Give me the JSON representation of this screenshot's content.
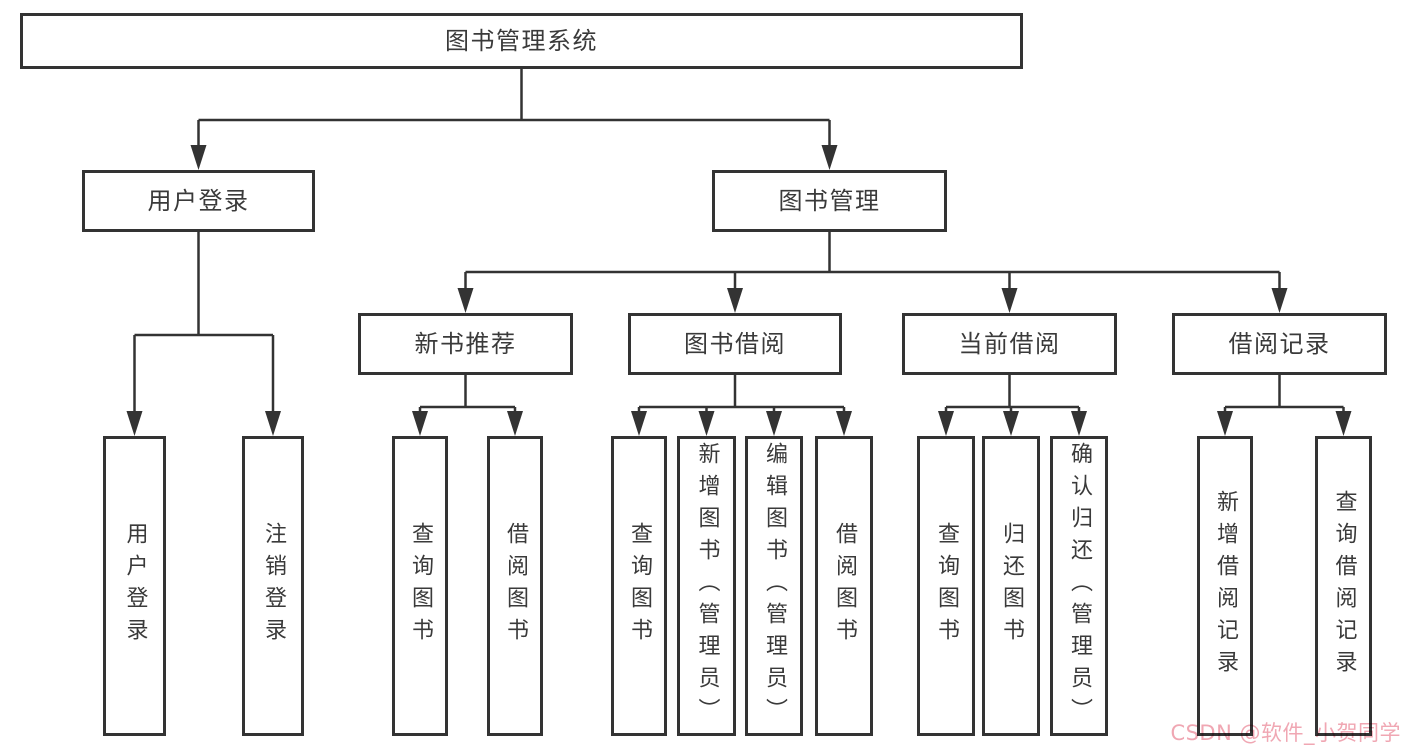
{
  "diagram": {
    "root": "图书管理系统",
    "branches": [
      {
        "label": "用户登录",
        "children": [
          {
            "label": "用户登录"
          },
          {
            "label": "注销登录"
          }
        ]
      },
      {
        "label": "图书管理",
        "children": [
          {
            "label": "新书推荐",
            "children": [
              {
                "label": "查询图书"
              },
              {
                "label": "借阅图书"
              }
            ]
          },
          {
            "label": "图书借阅",
            "children": [
              {
                "label": "查询图书"
              },
              {
                "label": "新增图书（管理员）"
              },
              {
                "label": "编辑图书（管理员）"
              },
              {
                "label": "借阅图书"
              }
            ]
          },
          {
            "label": "当前借阅",
            "children": [
              {
                "label": "查询图书"
              },
              {
                "label": "归还图书"
              },
              {
                "label": "确认归还（管理员）"
              }
            ]
          },
          {
            "label": "借阅记录",
            "children": [
              {
                "label": "新增借阅记录"
              },
              {
                "label": "查询借阅记录"
              }
            ]
          }
        ]
      }
    ],
    "watermark": "CSDN @软件_小贺同学"
  }
}
